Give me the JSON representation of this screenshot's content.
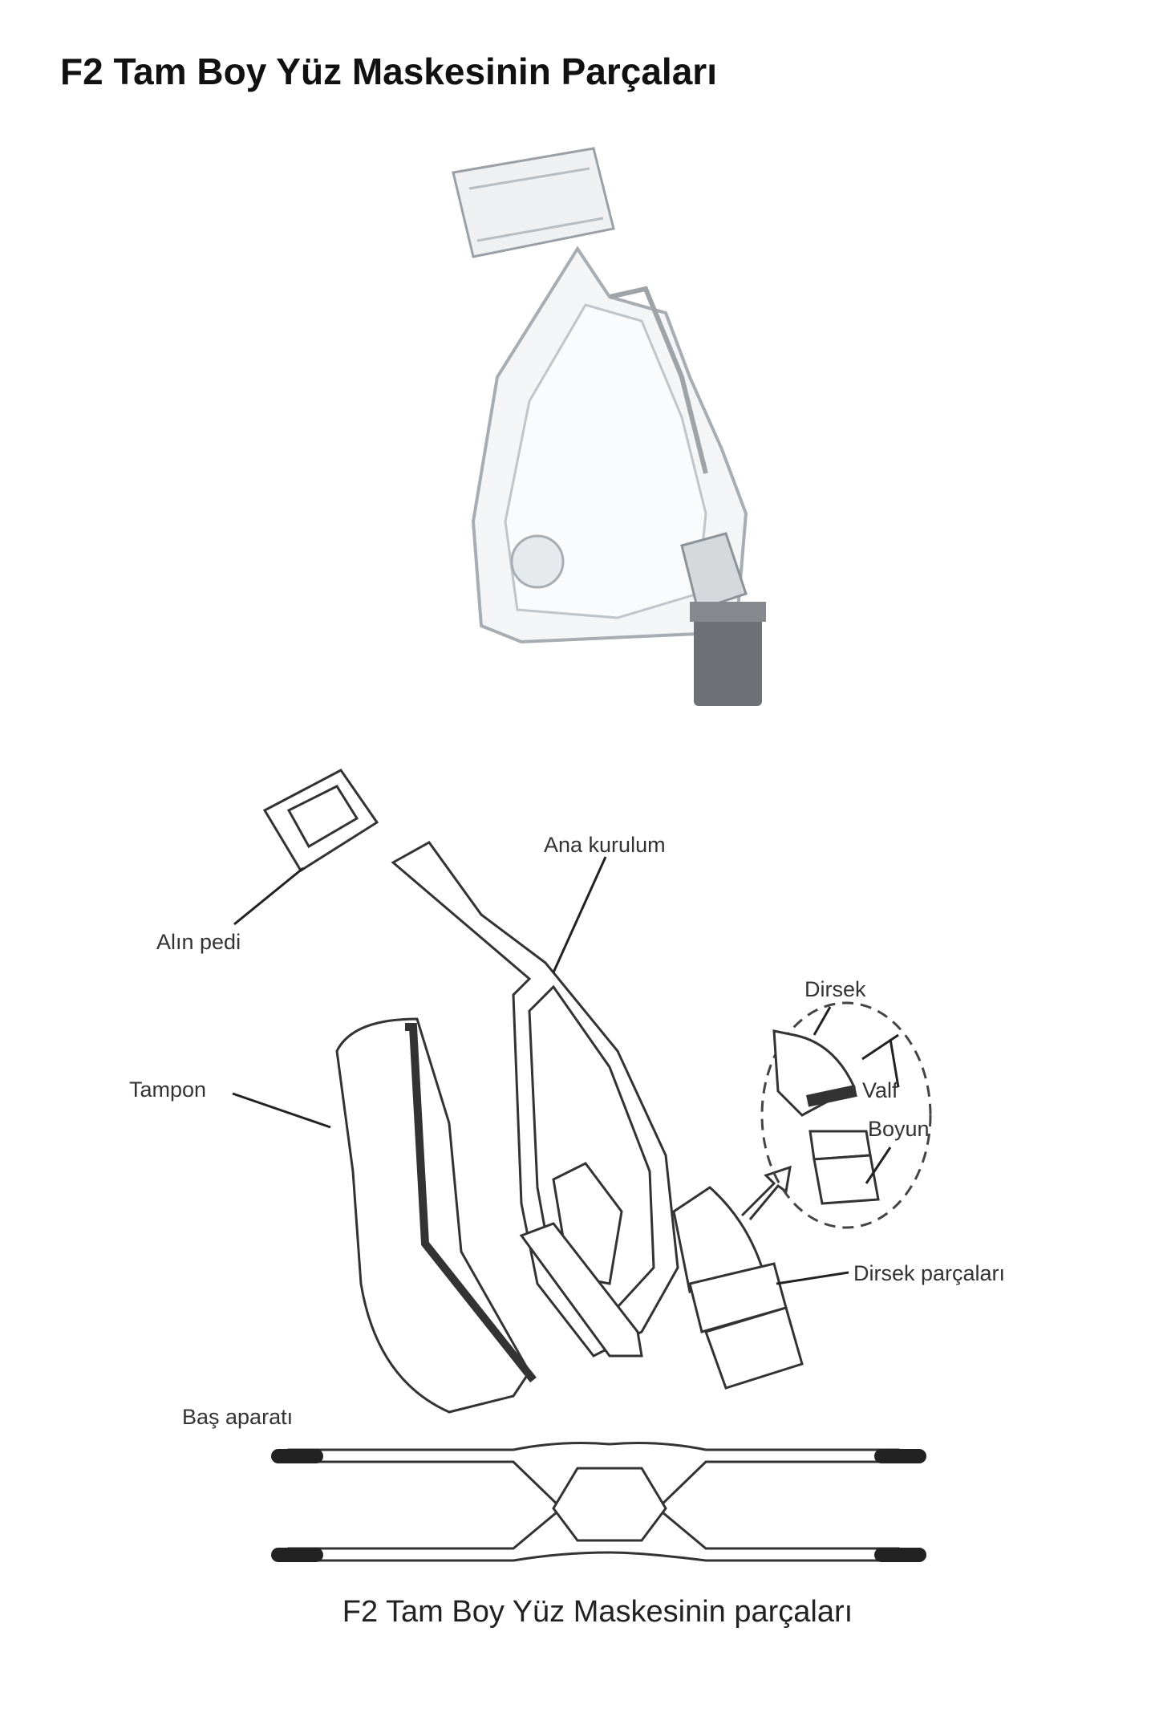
{
  "title": "F2 Tam Boy Yüz Maskesinin Parçaları",
  "caption": "F2 Tam Boy Yüz Maskesinin parçaları",
  "labels": {
    "forehead_pad": "Alın pedi",
    "frame": "Ana kurulum",
    "cushion": "Tampon",
    "elbow": "Dirsek",
    "valve": "Valf",
    "swivel": "Boyun",
    "elbow_parts": "Dirsek parçaları",
    "headgear": "Baş aparatı"
  }
}
